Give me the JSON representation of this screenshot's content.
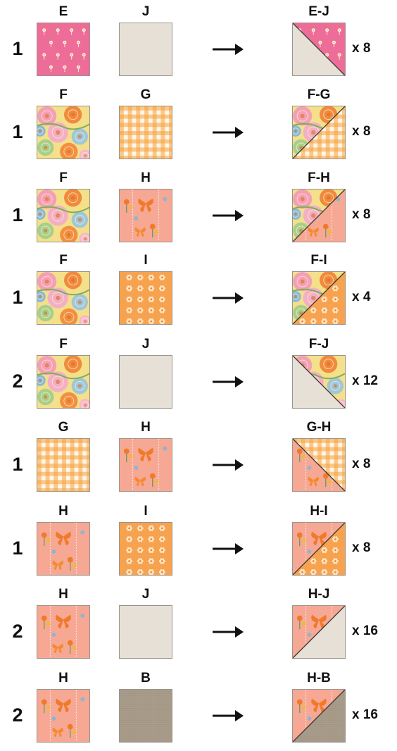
{
  "rows": [
    {
      "count": "1",
      "a": "E",
      "b": "J",
      "result": "E-J",
      "mult": "x 8"
    },
    {
      "count": "1",
      "a": "F",
      "b": "G",
      "result": "F-G",
      "mult": "x 8"
    },
    {
      "count": "1",
      "a": "F",
      "b": "H",
      "result": "F-H",
      "mult": "x 8"
    },
    {
      "count": "1",
      "a": "F",
      "b": "I",
      "result": "F-I",
      "mult": "x 4"
    },
    {
      "count": "2",
      "a": "F",
      "b": "J",
      "result": "F-J",
      "mult": "x 12"
    },
    {
      "count": "1",
      "a": "G",
      "b": "H",
      "result": "G-H",
      "mult": "x 8"
    },
    {
      "count": "1",
      "a": "H",
      "b": "I",
      "result": "H-I",
      "mult": "x 8"
    },
    {
      "count": "2",
      "a": "H",
      "b": "J",
      "result": "H-J",
      "mult": "x 16"
    },
    {
      "count": "2",
      "a": "H",
      "b": "B",
      "result": "H-B",
      "mult": "x 16"
    }
  ],
  "fabrics": {
    "B": {
      "pattern": "linen",
      "color": "#a79a88"
    },
    "E": {
      "pattern": "pink-floral",
      "color": "#ee6d98"
    },
    "F": {
      "pattern": "large-floral",
      "color": "#f3c56e"
    },
    "G": {
      "pattern": "gingham",
      "color": "#f5a33c"
    },
    "H": {
      "pattern": "peach-butterfly",
      "color": "#f6a894"
    },
    "I": {
      "pattern": "orange-floral",
      "color": "#f6a24f"
    },
    "J": {
      "pattern": "solid",
      "color": "#e6e0d6"
    }
  },
  "arrow_icon": "right-arrow-icon"
}
